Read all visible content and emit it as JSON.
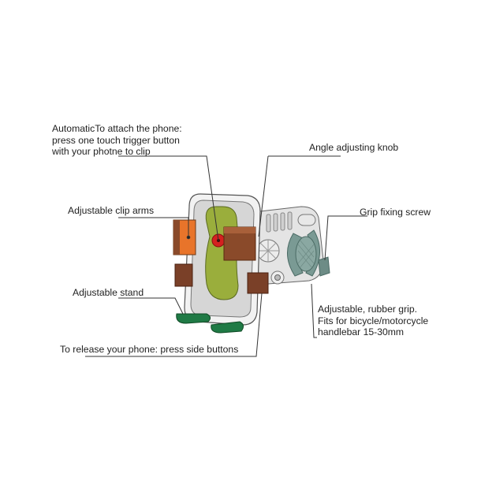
{
  "diagram": {
    "subject": "Bicycle/motorcycle phone holder",
    "colors": {
      "clip_arm_left": "#e8742a",
      "clip_arm_dark": "#8a4a2a",
      "cradle_pad": "#9aae3c",
      "trigger_button": "#d42020",
      "stand_feet": "#1f7a45",
      "rubber_grip": "#7a9a94",
      "body": "#e0e0e0",
      "leader_line": "#333333"
    },
    "labels": {
      "trigger": {
        "lines": [
          "AutomaticTo attach the phone:",
          "press one touch trigger button",
          "with your photne to clip"
        ]
      },
      "angle_knob": {
        "text": "Angle adjusting knob"
      },
      "clip_arms": {
        "text": "Adjustable clip arms"
      },
      "grip_screw": {
        "text": "Grip fixing screw"
      },
      "stand": {
        "text": "Adjustable stand"
      },
      "rubber_grip": {
        "lines": [
          "Adjustable, rubber grip.",
          "Fits for bicycle/motorcycle",
          "handlebar 15-30mm"
        ]
      },
      "release": {
        "text": "To release your phone: press side buttons"
      }
    }
  }
}
